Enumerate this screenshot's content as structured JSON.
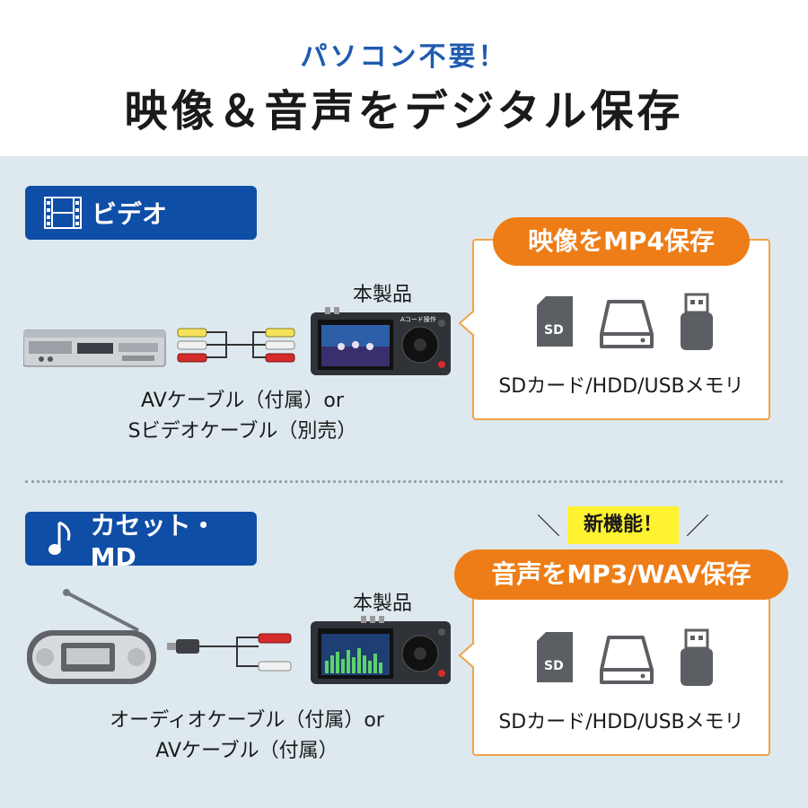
{
  "header": {
    "sub": "パソコン不要！",
    "title": "映像＆音声をデジタル保存"
  },
  "video": {
    "tag_label": "ビデオ",
    "tag_icon": "film-icon",
    "product_label": "本製品",
    "caption_line1": "AVケーブル（付属）or",
    "caption_line2": "Sビデオケーブル（別売）",
    "save_label": "映像をMP4保存",
    "storage_label": "SDカード/HDD/USBメモリ"
  },
  "audio": {
    "tag_label": "カセット・MD",
    "tag_icon": "music-note-icon",
    "product_label": "本製品",
    "caption_line1": "オーディオケーブル（付属）or",
    "caption_line2": "AVケーブル（付属）",
    "new_badge": "新機能！",
    "save_label": "音声をMP3/WAV保存",
    "storage_label": "SDカード/HDD/USBメモリ"
  },
  "device": {
    "top_label": "Aコード操作"
  },
  "sd_icon_text": "SD",
  "colors": {
    "blue_accent": "#1e5bb0",
    "tag_blue": "#0f4ea6",
    "orange": "#ee7d17",
    "panel_bg": "#dde9ee",
    "yellow": "#fff230"
  }
}
